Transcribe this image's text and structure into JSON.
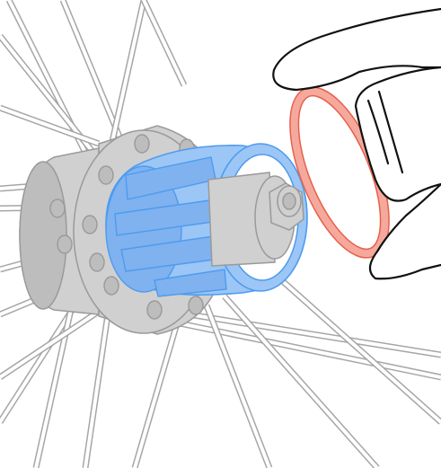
{
  "illustration": {
    "colors": {
      "background": "#ffffff",
      "spoke_stroke": "#a6a6a6",
      "spoke_fill": "#ffffff",
      "hub_fill": "#d0d0d0",
      "hub_stroke": "#9a9a9a",
      "hub_dark": "#bdbdbd",
      "freehub_fill": "#9cc6f5",
      "freehub_dark": "#7fb2ee",
      "freehub_stroke": "#4d9bf0",
      "ring_fill": "#f5a99d",
      "ring_stroke": "#e8604a",
      "hand_stroke": "#111111",
      "hand_fill": "#ffffff"
    },
    "parts": [
      {
        "id": "wheel-spokes",
        "icon": "spoke-lines"
      },
      {
        "id": "hub-shell",
        "icon": "hub-flange"
      },
      {
        "id": "freehub-body",
        "icon": "splined-cylinder"
      },
      {
        "id": "spacer-ring",
        "icon": "o-ring"
      },
      {
        "id": "hand",
        "icon": "hand-outline"
      }
    ]
  }
}
